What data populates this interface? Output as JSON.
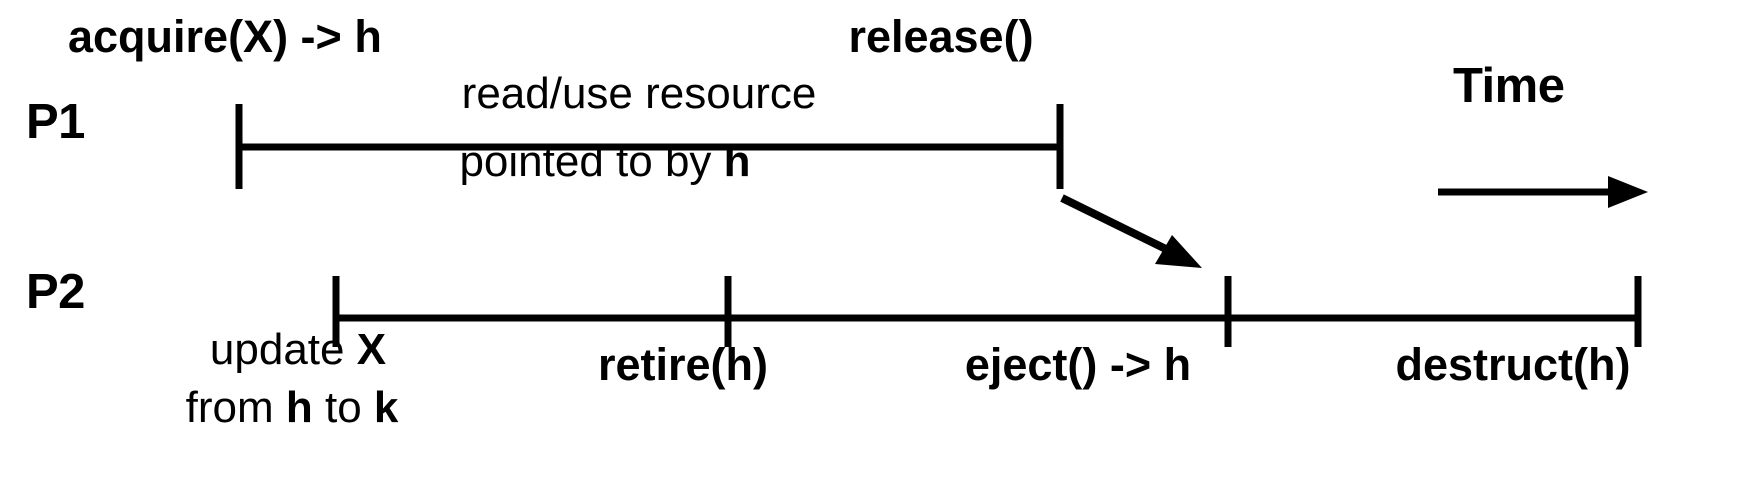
{
  "diagram": {
    "title": "Hazard-pointer lifetime timeline",
    "stroke_color": "#000000",
    "background_color": "#ffffff",
    "time_axis": {
      "label": "Time",
      "direction": "left-to-right"
    },
    "lanes": [
      {
        "id": "p1",
        "name": "P1",
        "above_labels": [
          {
            "text": "acquire(X) -> h",
            "style": "bold"
          },
          {
            "text": "release()",
            "style": "bold"
          }
        ],
        "inline_labels": [
          {
            "prefix": "read/use resource",
            "suffix": ""
          },
          {
            "prefix": "pointed to by ",
            "emphasis": "h"
          }
        ],
        "events": [
          "acquire(X) -> h",
          "release()"
        ]
      },
      {
        "id": "p2",
        "name": "P2",
        "below_labels": [
          {
            "line1_prefix": "update ",
            "line1_emphasis": "X",
            "line2_prefix": "from ",
            "line2_emphasis_a": "h",
            "line2_middle": " to ",
            "line2_emphasis_b": "k",
            "style": "regular"
          },
          {
            "text": "retire(h)",
            "style": "bold"
          },
          {
            "text": "eject() -> h",
            "style": "bold"
          },
          {
            "text": "destruct(h)",
            "style": "bold"
          }
        ],
        "events": [
          "update X from h to k",
          "retire(h)",
          "eject() -> h",
          "destruct(h)"
        ]
      }
    ],
    "connector": {
      "from_event": "release()",
      "to_event": "eject() -> h",
      "kind": "arrow"
    }
  }
}
